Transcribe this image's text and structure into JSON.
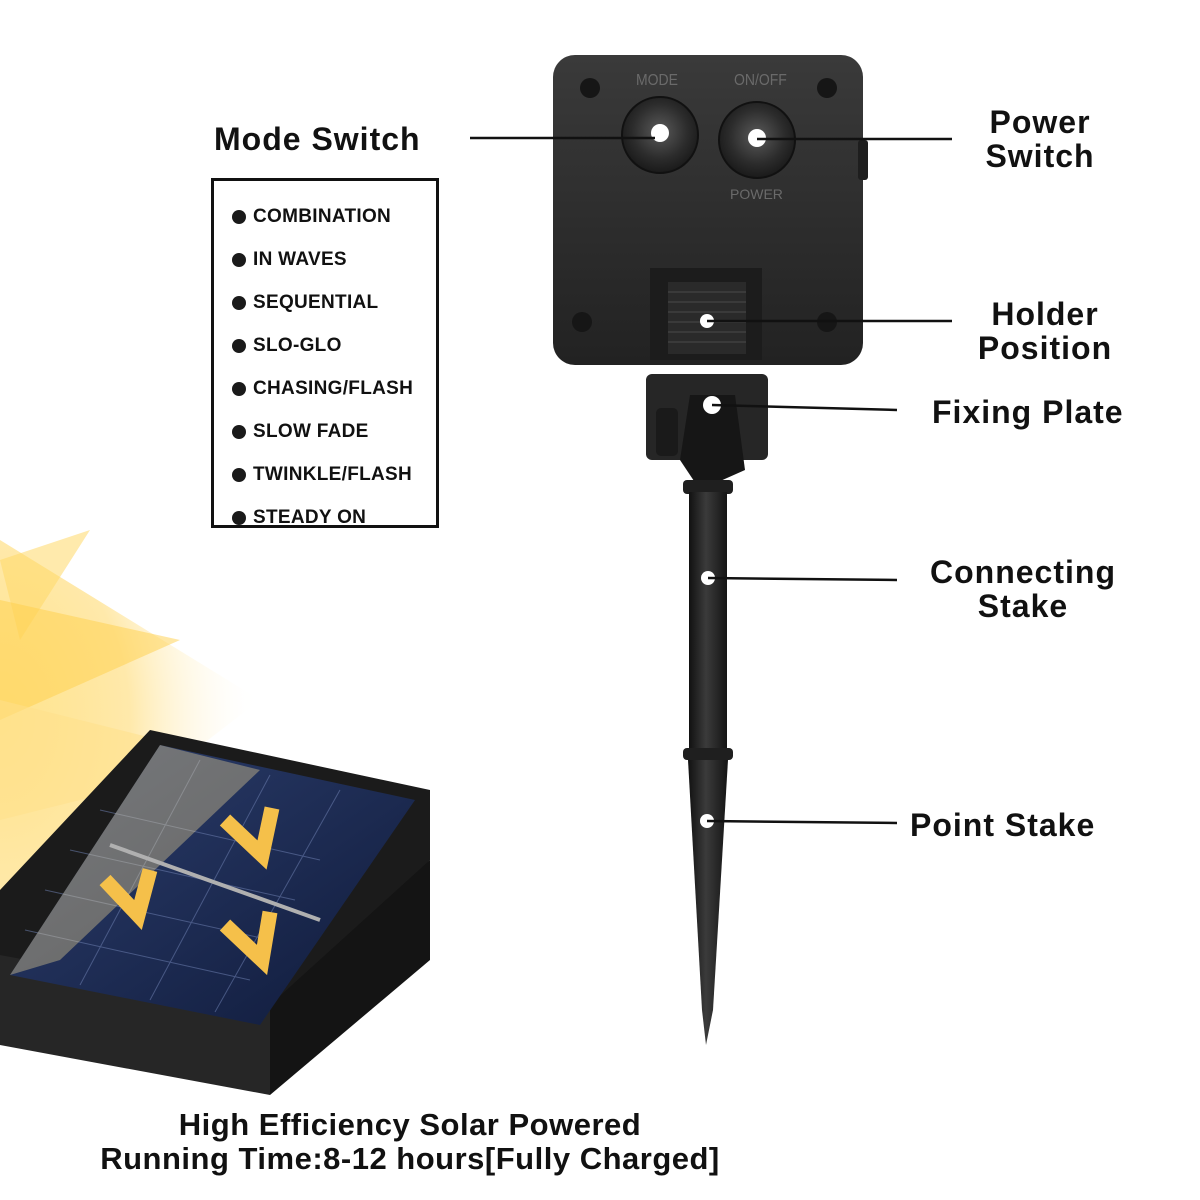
{
  "labels": {
    "mode_switch": "Mode Switch",
    "power_switch": [
      "Power",
      "Switch"
    ],
    "holder_position": [
      "Holder",
      "Position"
    ],
    "fixing_plate": "Fixing Plate",
    "connecting_stake": [
      "Connecting",
      "Stake"
    ],
    "point_stake": "Point Stake"
  },
  "device_markings": {
    "mode": "MODE",
    "onoff": "ON/OFF",
    "power": "POWER"
  },
  "modes": [
    "COMBINATION",
    "IN WAVES",
    "SEQUENTIAL",
    "SLO-GLO",
    "CHASING/FLASH",
    "SLOW FADE",
    "TWINKLE/FLASH",
    "STEADY ON"
  ],
  "caption": {
    "line1": "High Efficiency Solar Powered",
    "line2": "Running Time:8-12 hours[Fully Charged]"
  },
  "colors": {
    "device_body": "#2a2a2a",
    "arrow": "#f5c04a",
    "glow": "#ffd96a"
  }
}
